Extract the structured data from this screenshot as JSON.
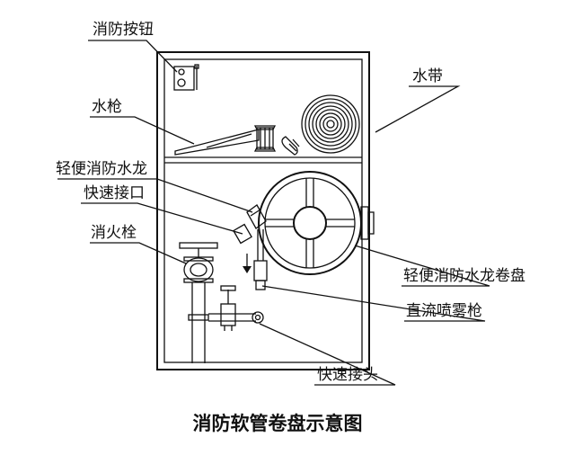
{
  "labels": {
    "fire_button": "消防按钮",
    "water_gun": "水枪",
    "hose": "水带",
    "light_hydrant": "轻便消防水龙",
    "quick_port": "快速接口",
    "hydrant": "消火栓",
    "light_reel": "轻便消防水龙卷盘",
    "spray_gun": "直流喷雾枪",
    "quick_joint": "快速接头"
  },
  "caption": "消防软管卷盘示意图",
  "colors": {
    "line": "#111111",
    "background": "#ffffff"
  }
}
